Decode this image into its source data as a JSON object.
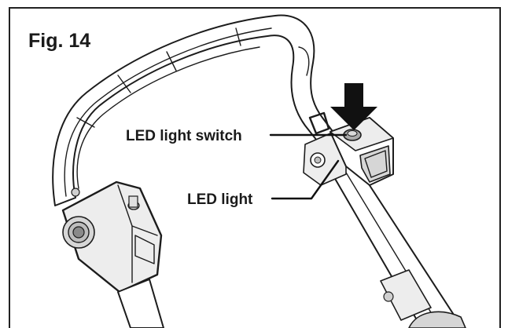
{
  "figure": {
    "title": "Fig. 14",
    "labels": {
      "switch": "LED light switch",
      "light": "LED light"
    }
  }
}
